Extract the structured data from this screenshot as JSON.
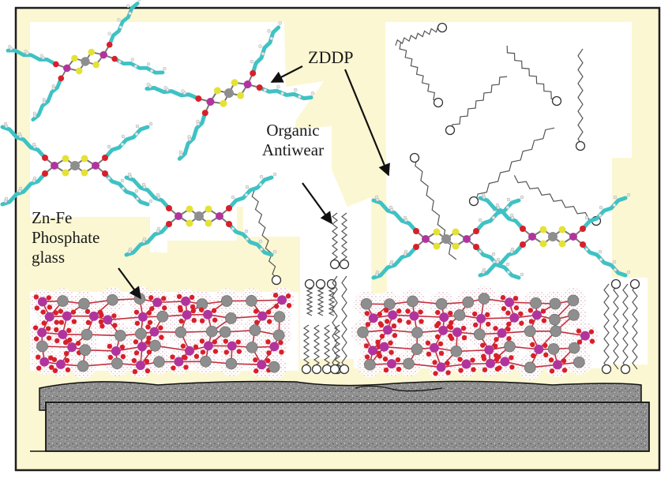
{
  "labels": {
    "zddp": "ZDDP",
    "organic_antiwear": "Organic\nAntiwear",
    "phosphate_glass": "Zn-Fe\nPhosphate\nglass"
  },
  "colors": {
    "background": "#fbf7d2",
    "frame": "#1e1e1e",
    "panel": "#ffffff",
    "alkyl_carbon": "#3fc2c4",
    "hydrogen": "#e8e8e8",
    "sulfur": "#e4e236",
    "phosphorus": "#b1349d",
    "oxygen": "#d8202a",
    "zinc": "#8e8e8e",
    "glass_halo": "#d98aa5",
    "substrate": "#8f8f8f",
    "chain": "#555555"
  }
}
